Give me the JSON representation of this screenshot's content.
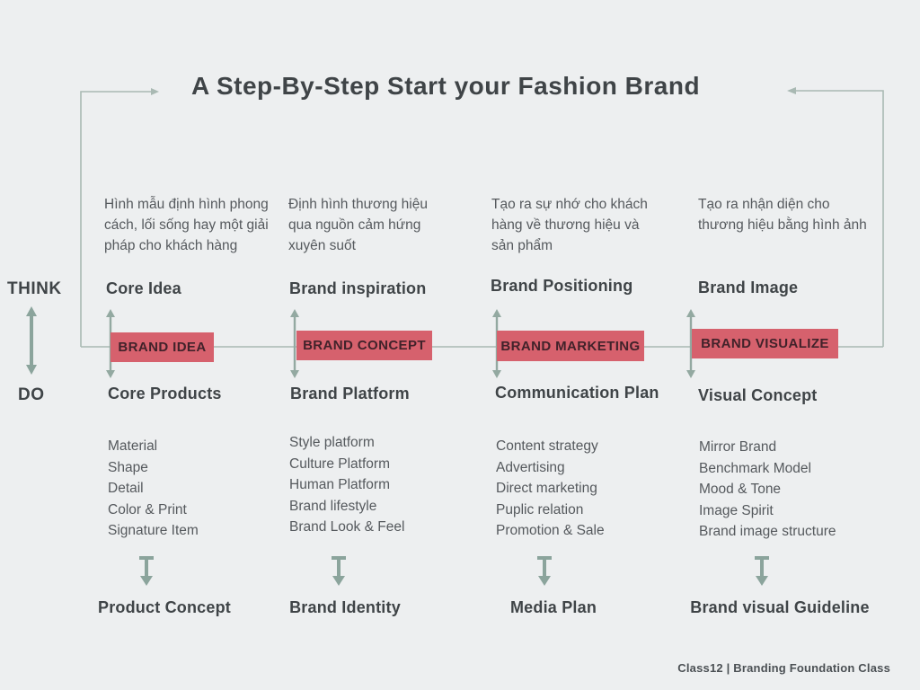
{
  "title": "A Step-By-Step Start your Fashion Brand",
  "axis": {
    "think": "THINK",
    "do": "DO"
  },
  "footer": "Class12 | Branding Foundation Class",
  "colors": {
    "background": "#edeff0",
    "heading": "#3f4447",
    "body": "#55595d",
    "accent_red": "#d6616d",
    "badge_text": "#41222a",
    "arrow": "#8ba49c",
    "arrow2": "#93a9a1",
    "line": "#a9b9b3",
    "footer": "#4b5054"
  },
  "columns": [
    {
      "description": "Hình mẫu định hình phong cách, lối sống hay một giải pháp cho khách hàng",
      "think_label": "Core Idea",
      "badge": "BRAND IDEA",
      "do_label": "Core Products",
      "items": [
        "Material",
        "Shape",
        "Detail",
        "Color & Print",
        "Signature Item"
      ],
      "result": "Product Concept"
    },
    {
      "description": "Định hình thương hiệu qua nguồn cảm hứng xuyên suốt",
      "think_label": "Brand inspiration",
      "badge": "BRAND CONCEPT",
      "do_label": "Brand Platform",
      "items": [
        "Style platform",
        "Culture Platform",
        "Human Platform",
        "Brand lifestyle",
        "Brand Look & Feel"
      ],
      "result": "Brand Identity"
    },
    {
      "description": "Tạo ra sự nhớ cho khách hàng về thương hiệu và sản phẩm",
      "think_label": "Brand Positioning",
      "badge": "BRAND MARKETING",
      "do_label": "Communication Plan",
      "items": [
        "Content strategy",
        "Advertising",
        "Direct marketing",
        "Puplic relation",
        "Promotion & Sale"
      ],
      "result": "Media Plan"
    },
    {
      "description": "Tạo ra nhận diện cho thương hiệu bằng hình ảnh",
      "think_label": "Brand Image",
      "badge": "BRAND VISUALIZE",
      "do_label": "Visual Concept",
      "items": [
        "Mirror Brand",
        "Benchmark Model",
        "Mood & Tone",
        "Image Spirit",
        "Brand image structure"
      ],
      "result": "Brand visual Guideline"
    }
  ]
}
